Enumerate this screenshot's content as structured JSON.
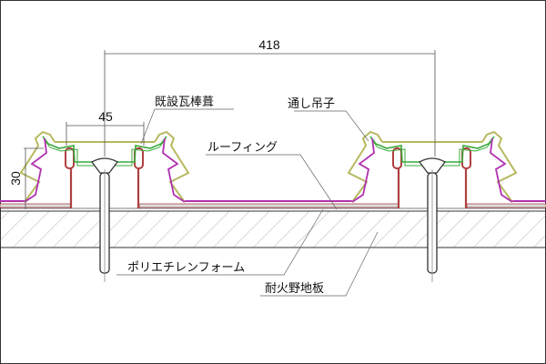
{
  "dimensions": {
    "pitch": "418",
    "cap_width": "45",
    "height": "30"
  },
  "labels": {
    "existing_roof": "既設瓦棒葺",
    "through_clip": "通し吊子",
    "roofing": "ルーフィング",
    "polyethylene_foam": "ポリエチレンフォーム",
    "fireproof_sheathing": "耐火野地板"
  },
  "colors": {
    "cap": "#b8b860",
    "clip": "#3aa83a",
    "batten": "#b04040",
    "panel": "#b030b0",
    "line": "#333333"
  }
}
